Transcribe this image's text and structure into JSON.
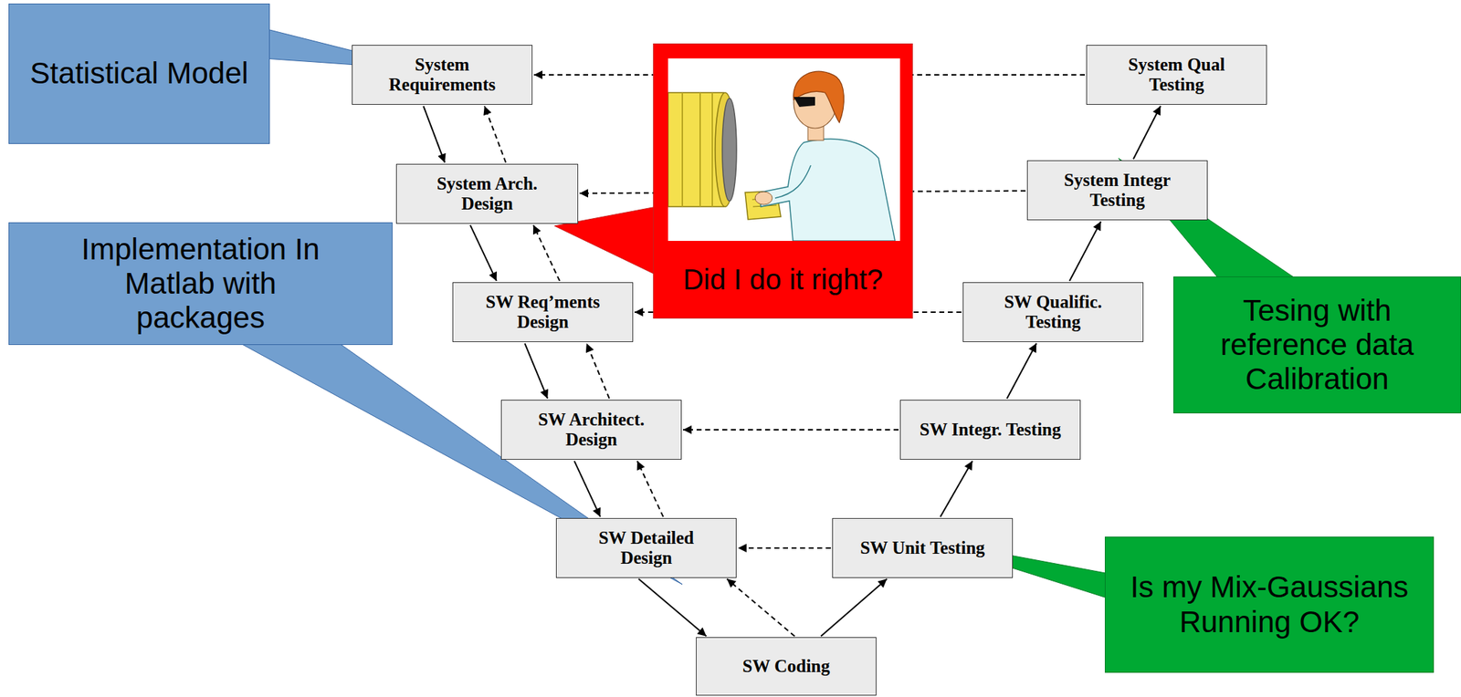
{
  "diagram": {
    "nodes": [
      {
        "text": [
          "System Requirements"
        ]
      },
      {
        "text": [
          "System Arch. Design"
        ]
      },
      {
        "text": [
          "SW Req’ments Design"
        ]
      },
      {
        "text": [
          "SW Architect. Design"
        ]
      },
      {
        "text": [
          "SW Detailed Design"
        ]
      },
      {
        "text": [
          "SW Coding"
        ]
      },
      {
        "text": [
          "SW Unit Testing"
        ]
      },
      {
        "text": [
          "SW Integr. Testing"
        ]
      },
      {
        "text": [
          "SW Qualific. Testing"
        ]
      },
      {
        "text": [
          "System Integr Testing"
        ]
      },
      {
        "text": [
          "System Qual Testing"
        ]
      },
      {
        "text": [
          "Statistical Model"
        ]
      },
      {
        "text": [
          "Implementation In Matlab with packages"
        ]
      },
      {
        "text": [
          "Did I do it right?"
        ]
      },
      {
        "text": [
          "Tesing with reference data Calibration"
        ]
      },
      {
        "text": [
          "Is my Mix-Gaussians Running OK?"
        ]
      }
    ],
    "edges": [
      {
        "from": 0,
        "to": 1,
        "arrow": "to"
      },
      {
        "from": 1,
        "to": 0,
        "arrow": "to"
      },
      {
        "from": 1,
        "to": 2,
        "arrow": "to"
      },
      {
        "from": 2,
        "to": 1,
        "arrow": "to"
      },
      {
        "from": 2,
        "to": 3,
        "arrow": "to"
      },
      {
        "from": 3,
        "to": 2,
        "arrow": "to"
      },
      {
        "from": 3,
        "to": 4,
        "arrow": "to"
      },
      {
        "from": 4,
        "to": 3,
        "arrow": "to"
      },
      {
        "from": 4,
        "to": 5,
        "arrow": "to"
      },
      {
        "from": 5,
        "to": 4,
        "arrow": "to"
      },
      {
        "from": 5,
        "to": 6,
        "arrow": "to"
      },
      {
        "from": 6,
        "to": 7,
        "arrow": "to"
      },
      {
        "from": 7,
        "to": 8,
        "arrow": "to"
      },
      {
        "from": 8,
        "to": 9,
        "arrow": "to"
      },
      {
        "from": 9,
        "to": 10,
        "arrow": "to"
      },
      {
        "from": 10,
        "to": 0,
        "arrow": "to"
      },
      {
        "from": 9,
        "to": 1,
        "arrow": "to"
      },
      {
        "from": 8,
        "to": 2,
        "arrow": "to"
      },
      {
        "from": 7,
        "to": 3,
        "arrow": "to"
      },
      {
        "from": 6,
        "to": 4,
        "arrow": "to"
      }
    ]
  }
}
